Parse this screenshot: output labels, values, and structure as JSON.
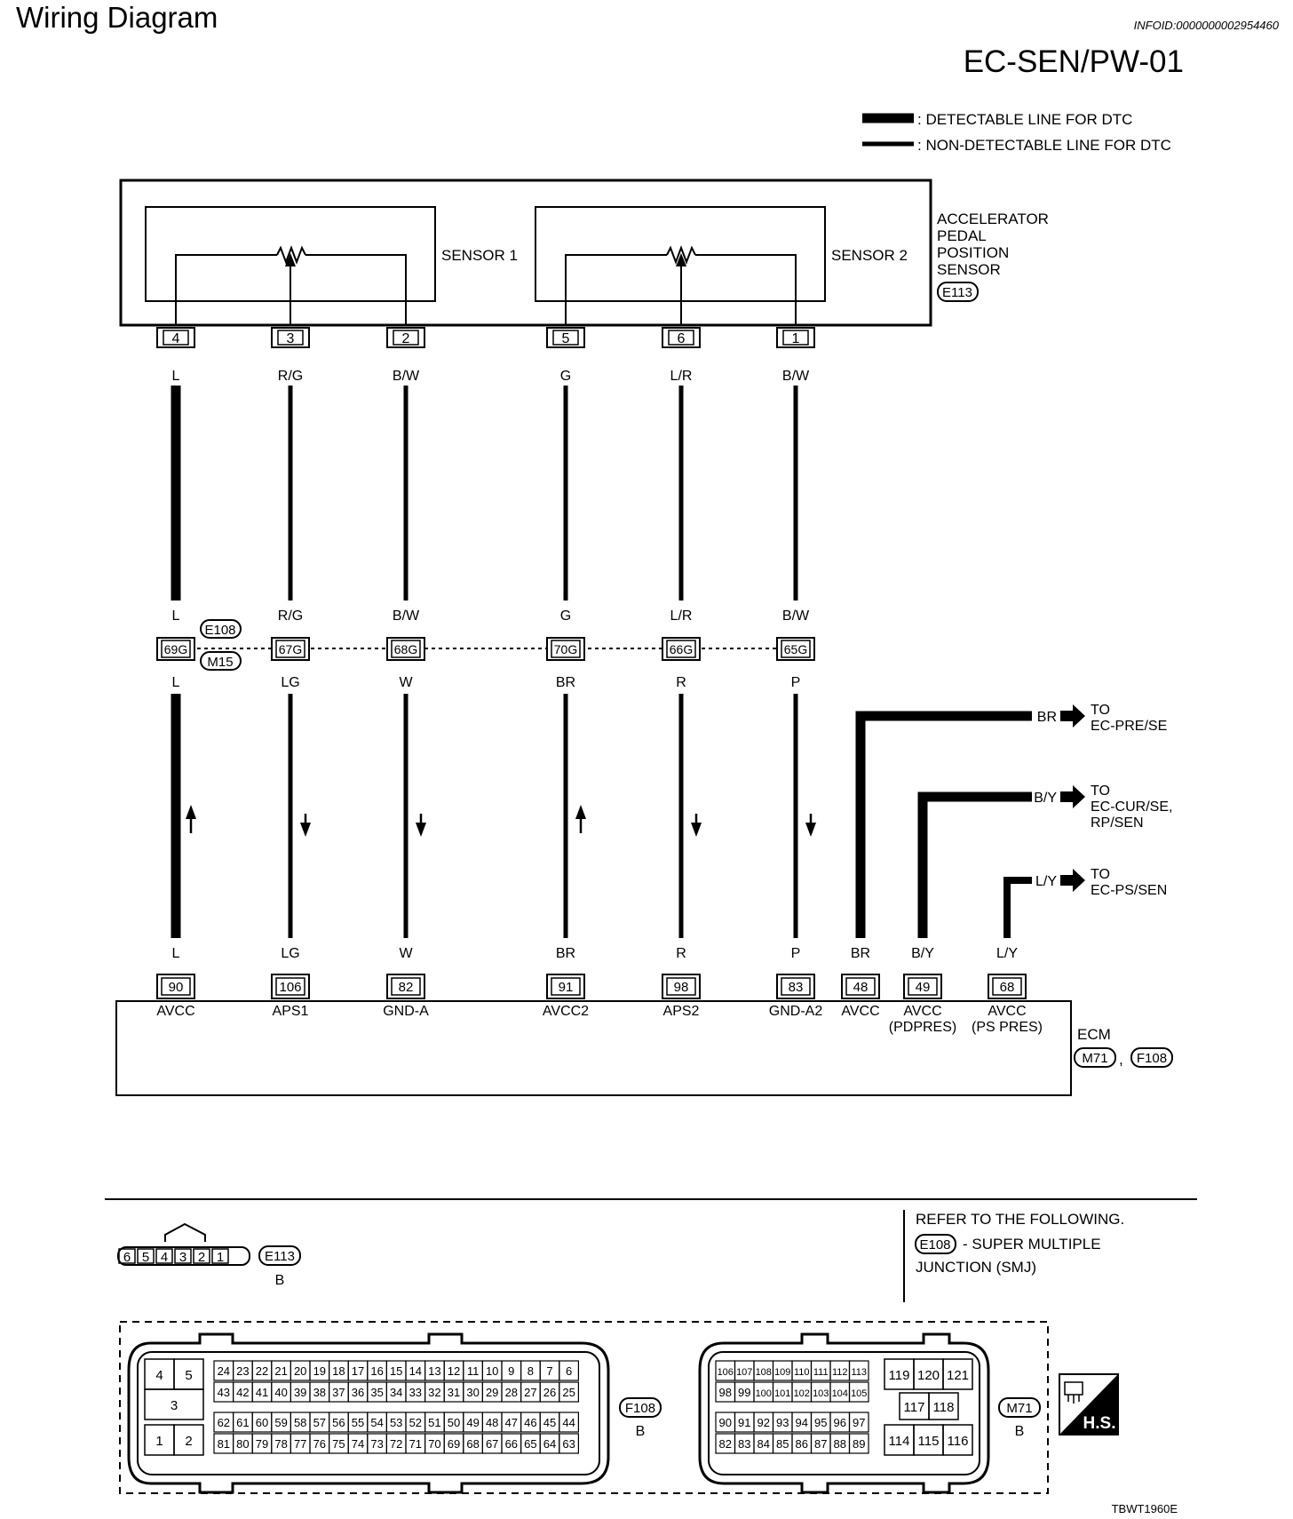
{
  "header": {
    "title": "Wiring Diagram",
    "info_id": "INFOID:0000000002954460",
    "code": "EC-SEN/PW-01"
  },
  "legend": {
    "detectable": ": DETECTABLE LINE FOR DTC",
    "non_detectable": ": NON-DETECTABLE LINE FOR DTC"
  },
  "sensor": {
    "name_lines": [
      "ACCELERATOR",
      "PEDAL",
      "POSITION",
      "SENSOR"
    ],
    "connector": "E113",
    "sensor1_label": "SENSOR 1",
    "sensor2_label": "SENSOR 2"
  },
  "smj": {
    "top": "E108",
    "bottom": "M15"
  },
  "wires": [
    {
      "sensor_pin": "4",
      "upper_color": "L",
      "smj_pin": "69G",
      "lower_color": "L",
      "ecm_pin": "90",
      "ecm_label": "AVCC",
      "flow": "up",
      "detectable": true
    },
    {
      "sensor_pin": "3",
      "upper_color": "R/G",
      "smj_pin": "67G",
      "lower_color": "LG",
      "ecm_pin": "106",
      "ecm_label": "APS1",
      "flow": "down",
      "detectable": false
    },
    {
      "sensor_pin": "2",
      "upper_color": "B/W",
      "smj_pin": "68G",
      "lower_color": "W",
      "ecm_pin": "82",
      "ecm_label": "GND-A",
      "flow": "down",
      "detectable": false
    },
    {
      "sensor_pin": "5",
      "upper_color": "G",
      "smj_pin": "70G",
      "lower_color": "BR",
      "ecm_pin": "91",
      "ecm_label": "AVCC2",
      "flow": "up",
      "detectable": false
    },
    {
      "sensor_pin": "6",
      "upper_color": "L/R",
      "smj_pin": "66G",
      "lower_color": "R",
      "ecm_pin": "98",
      "ecm_label": "APS2",
      "flow": "down",
      "detectable": false
    },
    {
      "sensor_pin": "1",
      "upper_color": "B/W",
      "smj_pin": "65G",
      "lower_color": "P",
      "ecm_pin": "83",
      "ecm_label": "GND-A2",
      "flow": "down",
      "detectable": false
    }
  ],
  "branches": [
    {
      "color": "BR",
      "ecm_pin": "48",
      "ecm_label_lines": [
        "AVCC"
      ],
      "to_lines": [
        "TO",
        "EC-PRE/SE"
      ]
    },
    {
      "color": "B/Y",
      "ecm_pin": "49",
      "ecm_label_lines": [
        "AVCC",
        "(PDPRES)"
      ],
      "to_lines": [
        "TO",
        "EC-CUR/SE,",
        "RP/SEN"
      ]
    },
    {
      "color": "L/Y",
      "ecm_pin": "68",
      "ecm_label_lines": [
        "AVCC",
        "(PS PRES)"
      ],
      "to_lines": [
        "TO",
        "EC-PS/SEN"
      ]
    }
  ],
  "ecm": {
    "name": "ECM",
    "connectors": [
      "M71",
      "F108"
    ],
    "separator": ","
  },
  "bottom": {
    "e113_pins": [
      "6",
      "5",
      "4",
      "3",
      "2",
      "1"
    ],
    "e113_connector": "E113",
    "e113_color": "B",
    "refer_lines": [
      "REFER TO THE FOLLOWING.",
      "- SUPER MULTIPLE",
      "JUNCTION (SMJ)"
    ],
    "refer_connector": "E108",
    "f108": {
      "left_pins": [
        "4",
        "5",
        "3",
        "1",
        "2"
      ],
      "row1": [
        "24",
        "23",
        "22",
        "21",
        "20",
        "19",
        "18",
        "17",
        "16",
        "15",
        "14",
        "13",
        "12",
        "11",
        "10",
        "9",
        "8",
        "7",
        "6"
      ],
      "row2": [
        "43",
        "42",
        "41",
        "40",
        "39",
        "38",
        "37",
        "36",
        "35",
        "34",
        "33",
        "32",
        "31",
        "30",
        "29",
        "28",
        "27",
        "26",
        "25"
      ],
      "row3": [
        "62",
        "61",
        "60",
        "59",
        "58",
        "57",
        "56",
        "55",
        "54",
        "53",
        "52",
        "51",
        "50",
        "49",
        "48",
        "47",
        "46",
        "45",
        "44"
      ],
      "row4": [
        "81",
        "80",
        "79",
        "78",
        "77",
        "76",
        "75",
        "74",
        "73",
        "72",
        "71",
        "70",
        "69",
        "68",
        "67",
        "66",
        "65",
        "64",
        "63"
      ],
      "label": "F108",
      "color": "B"
    },
    "m71": {
      "row1": [
        "106",
        "107",
        "108",
        "109",
        "110",
        "111",
        "112",
        "113"
      ],
      "row2": [
        "98",
        "99",
        "100",
        "101",
        "102",
        "103",
        "104",
        "105"
      ],
      "row3": [
        "90",
        "91",
        "92",
        "93",
        "94",
        "95",
        "96",
        "97"
      ],
      "row4": [
        "82",
        "83",
        "84",
        "85",
        "86",
        "87",
        "88",
        "89"
      ],
      "right_top": [
        "119",
        "120",
        "121"
      ],
      "right_mid": [
        "117",
        "118"
      ],
      "right_bottom": [
        "114",
        "115",
        "116"
      ],
      "label": "M71",
      "color": "B"
    },
    "hs_label": "H.S.",
    "footer_code": "TBWT1960E"
  }
}
